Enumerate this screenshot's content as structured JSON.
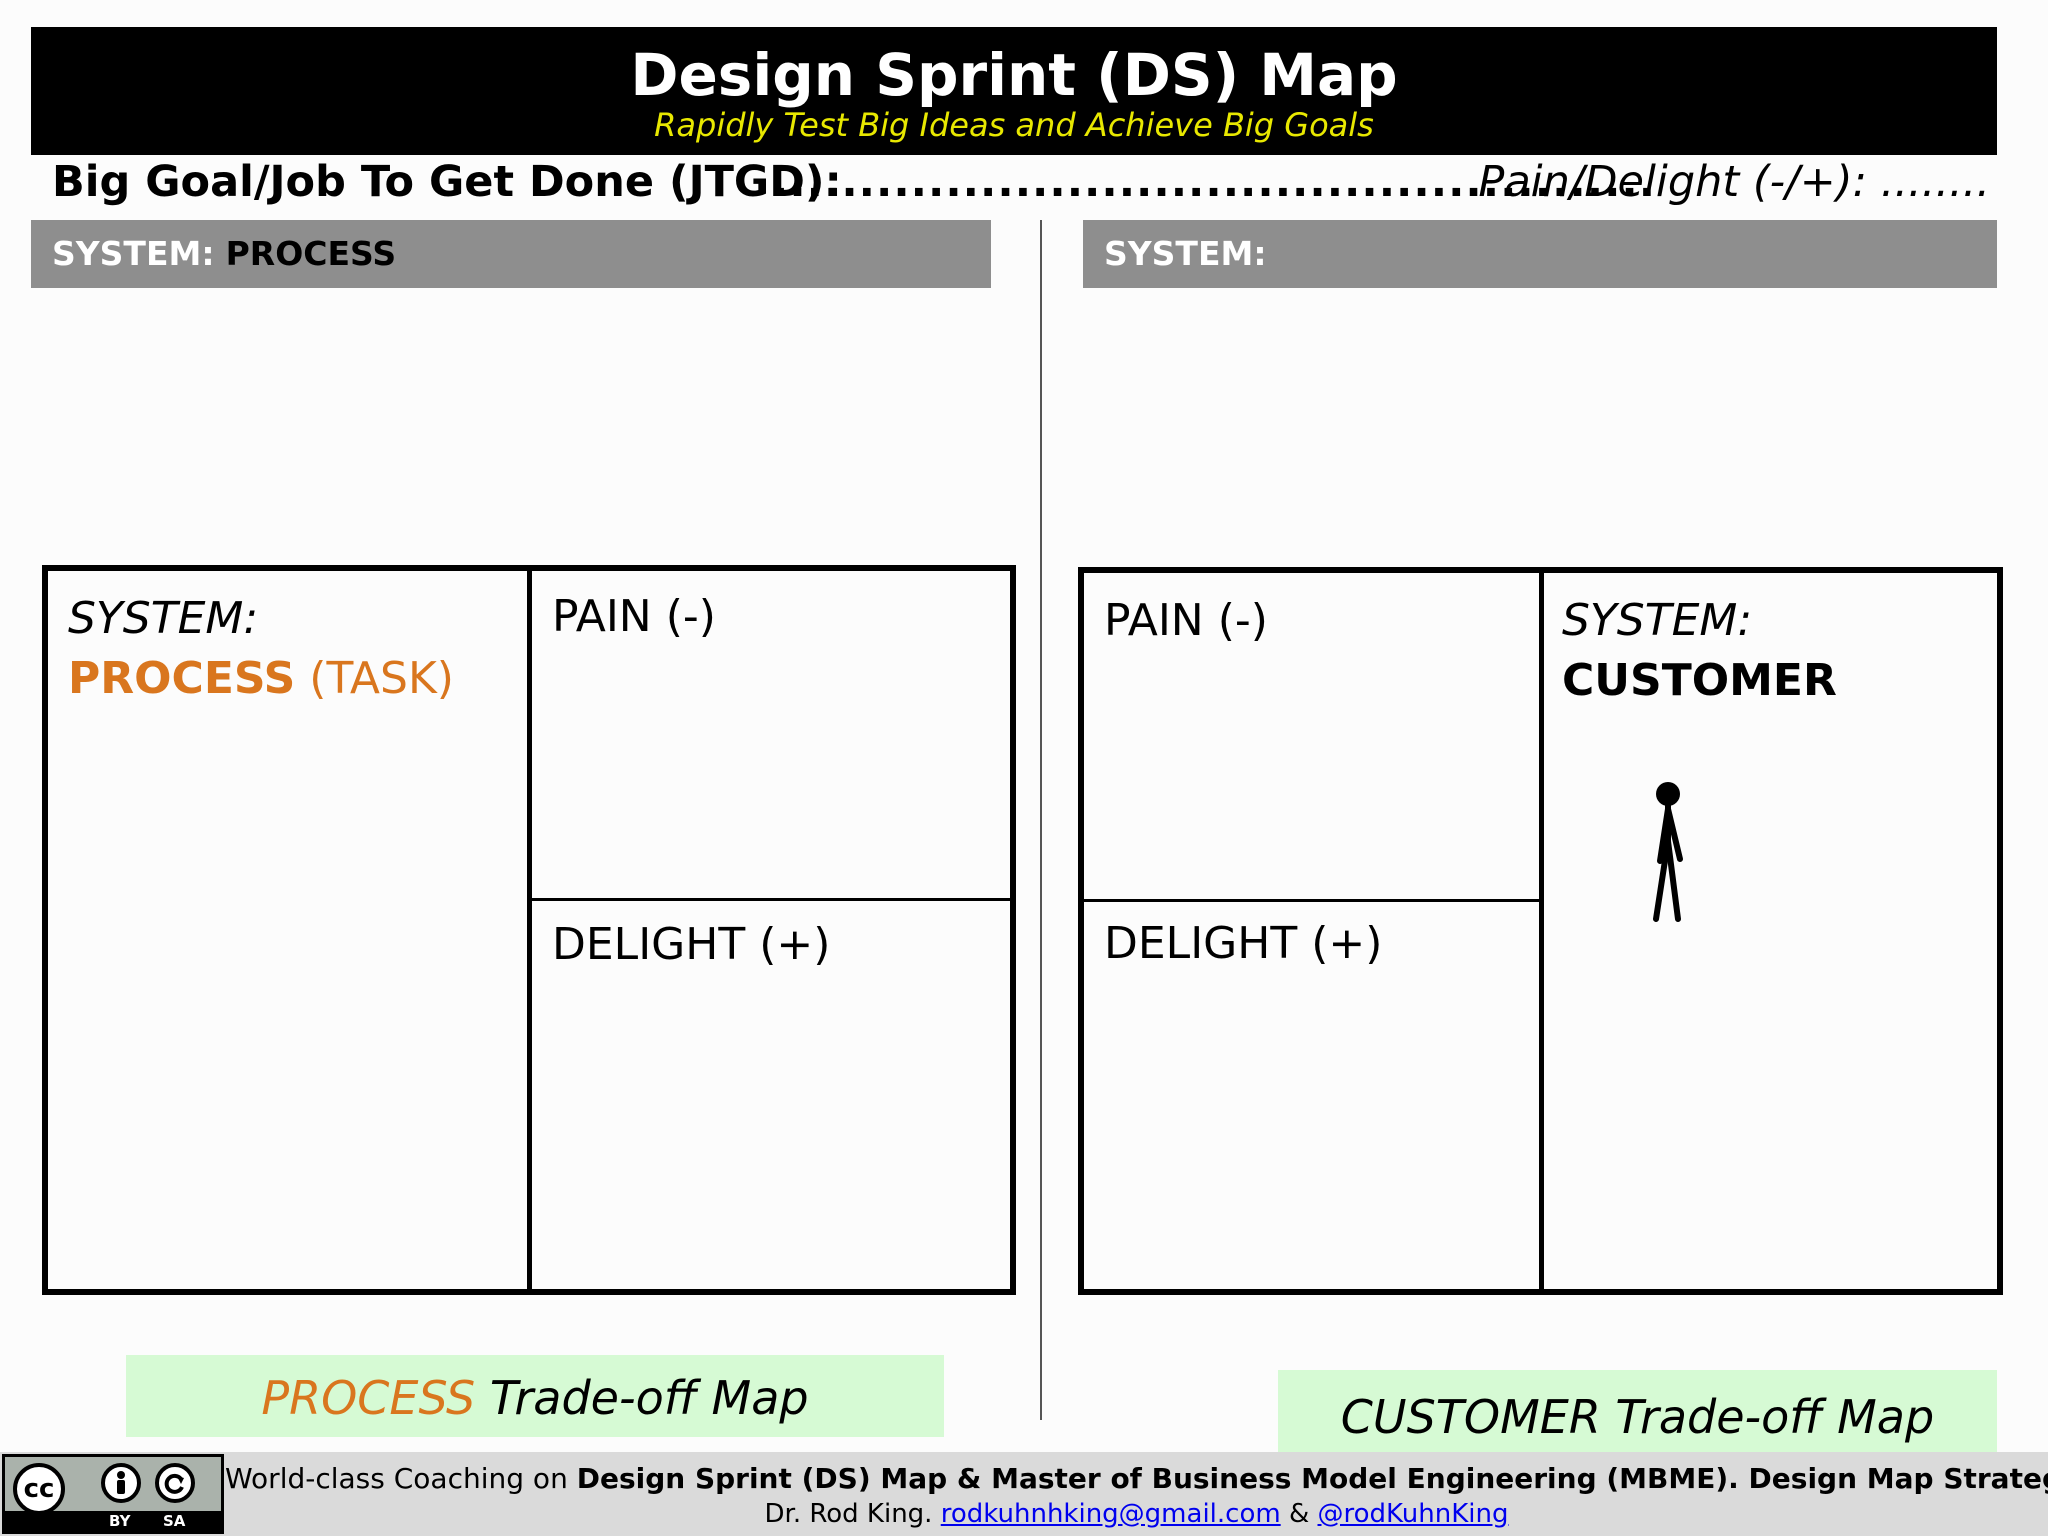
{
  "header": {
    "title": "Design Sprint (DS) Map",
    "subtitle": "Rapidly Test Big Ideas and Achieve Big Goals"
  },
  "goal_line": {
    "label": "Big Goal/Job To Get Done (JTGD):",
    "dots": "...................................................",
    "pain_delight": "Pain/Delight (-/+): ........"
  },
  "left_panel": {
    "bar_label": "SYSTEM:",
    "bar_value": "PROCESS",
    "system_label": "SYSTEM:",
    "system_value": "PROCESS",
    "system_value_suffix": "(TASK)",
    "pain_label": "PAIN (-)",
    "delight_label": "DELIGHT (+)",
    "banner_accent": "PROCESS",
    "banner_rest": "Trade-off Map"
  },
  "right_panel": {
    "bar_label": "SYSTEM:",
    "pain_label": "PAIN (-)",
    "delight_label": "DELIGHT (+)",
    "system_label": "SYSTEM:",
    "system_value": "CUSTOMER",
    "banner_text": "CUSTOMER Trade-off Map"
  },
  "footer": {
    "line1_prefix": "World-class Coaching on ",
    "line1_bold": "Design Sprint (DS) Map & Master of Business Model Engineering (MBME). Design Map Strategist",
    "line2_prefix": "Dr. Rod King. ",
    "email": "rodkuhnhking@gmail.com",
    "amp": " & ",
    "handle": "@rodKuhnKing",
    "license_by": "BY",
    "license_sa": "SA",
    "license_cc": "cc"
  },
  "colors": {
    "accent_orange": "#d9761e",
    "subtitle_yellow": "#e8e800",
    "bar_grey": "#8e8e8e",
    "banner_green": "#d6fad4",
    "link_blue": "#0000ee"
  }
}
